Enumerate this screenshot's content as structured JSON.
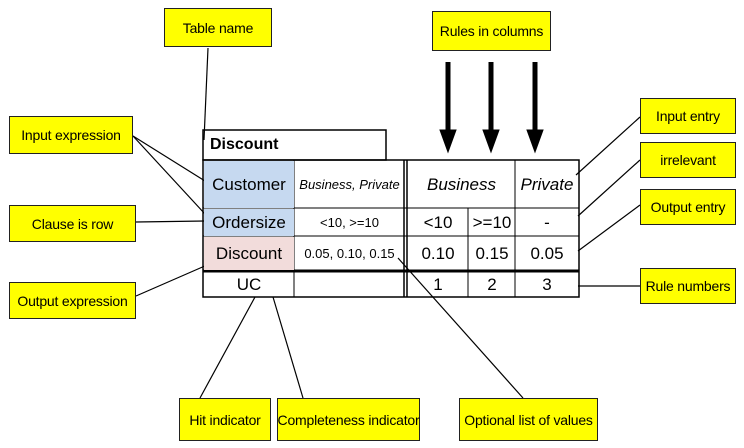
{
  "callouts": {
    "table_name": "Table name",
    "rules_in_columns": "Rules in columns",
    "input_expression": "Input expression",
    "clause_is_row": "Clause is row",
    "output_expression": "Output expression",
    "hit_indicator": "Hit indicator",
    "completeness_indicator": "Completeness indicator",
    "optional_list_of_values": "Optional list of values",
    "input_entry": "Input entry",
    "irrelevant": "irrelevant",
    "output_entry": "Output entry",
    "rule_numbers": "Rule numbers"
  },
  "table": {
    "name": "Discount",
    "input1": {
      "label": "Customer",
      "values": "Business, Private",
      "rule_business": "Business",
      "rule_private": "Private"
    },
    "input2": {
      "label": "Ordersize",
      "values": "<10, >=10",
      "rule1": "<10",
      "rule2": ">=10",
      "rule3": "-"
    },
    "output": {
      "label": "Discount",
      "values": "0.05, 0.10, 0.15",
      "rule1": "0.10",
      "rule2": "0.15",
      "rule3": "0.05"
    },
    "hit_policy": "UC",
    "rule_numbers": [
      "1",
      "2",
      "3"
    ]
  },
  "colors": {
    "callout_fill": "#ffff00",
    "input_fill": "#c6d9f0",
    "output_fill": "#f2dcdb"
  }
}
